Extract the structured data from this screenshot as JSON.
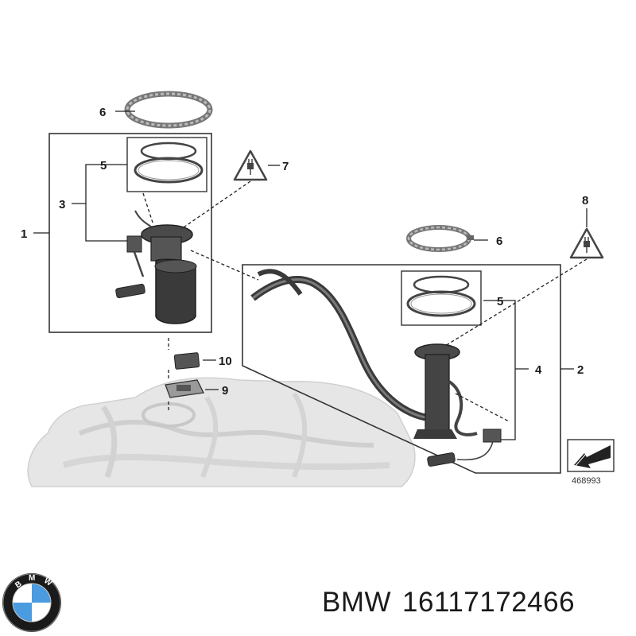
{
  "callouts": {
    "c1": "1",
    "c2": "2",
    "c3": "3",
    "c4": "4",
    "c5a": "5",
    "c5b": "5",
    "c6a": "6",
    "c6b": "6",
    "c7": "7",
    "c8": "8",
    "c9": "9",
    "c10": "10"
  },
  "diagram_ref": "468993",
  "caption": {
    "brand": "BMW",
    "part_number": "16117172466"
  },
  "logo": {
    "letters": "BMW",
    "colors": {
      "blue": "#4a9be0",
      "black": "#111111",
      "white": "#ffffff"
    }
  },
  "colors": {
    "line": "#2a2a2a",
    "tank": "#e4e4e4",
    "part": "#3b3b3b"
  }
}
